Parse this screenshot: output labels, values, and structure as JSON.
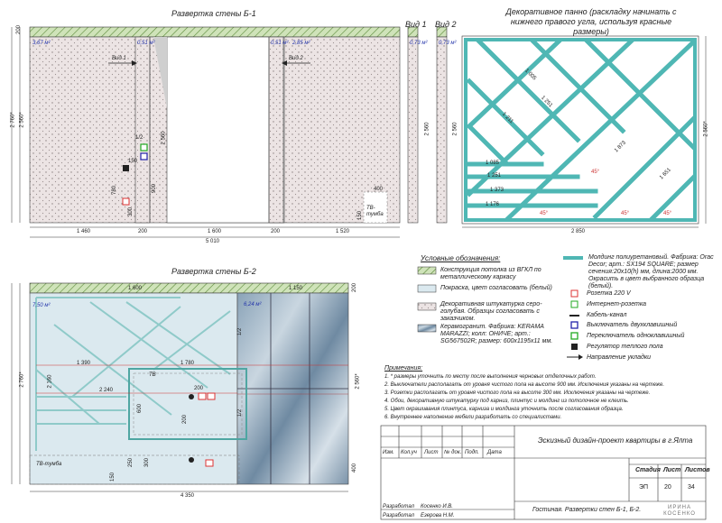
{
  "views": {
    "b1_title": "Развертка стены Б-1",
    "vid1_title": "Вид 1",
    "vid2_title": "Вид 2",
    "panel_title": "Декоративное панно (раскладку начинать с нижнего правого угла, используя красные размеры)",
    "b2_title": "Развертка стены Б-2"
  },
  "b1": {
    "dims_bottom": [
      "1 460",
      "200",
      "1 600",
      "200",
      "1 520"
    ],
    "dim_total": "5 010",
    "dims_left": [
      "200",
      "2 560*",
      "2 760*"
    ],
    "marks": [
      "3,67 м²",
      "0,51 м²",
      "0,51 м²",
      "2,85 м²"
    ],
    "vid_labels": [
      "Вид 1",
      "Вид 2"
    ],
    "door_height": "2 560",
    "sink_dims": [
      "150",
      "780",
      "300",
      "1/2",
      "900"
    ],
    "tv_label": "ТВ-тумба",
    "tv_dims": [
      "400",
      "150"
    ]
  },
  "vid1": {
    "mark": "0,73 м²",
    "dim": "2 560"
  },
  "vid2": {
    "mark": "0,73 м²",
    "dim": "2 560"
  },
  "panel": {
    "labels": [
      "1 085",
      "1 251",
      "1 373",
      "1 176",
      "1 873",
      "1 651",
      "1 211",
      "1 251",
      "1 005",
      "2 850",
      "2 560*"
    ],
    "angles": [
      "45°",
      "45°",
      "45°",
      "45°"
    ]
  },
  "b2": {
    "dims_top": [
      "1 600",
      "1 150"
    ],
    "dims_left": [
      "2 760*",
      "2 560*",
      "200"
    ],
    "mark_left": "7,50 м²",
    "mark_right": "6,24 м²",
    "tv_label": "ТВ",
    "dims": [
      "1 390",
      "1 780",
      "2 240",
      "2 160",
      "600",
      "200",
      "1/2",
      "1/2"
    ],
    "tumba_label": "ТВ-тумба",
    "dim_total": "4 350",
    "bottom_dims": [
      "200",
      "250",
      "300",
      "150",
      "400"
    ]
  },
  "legend": {
    "title": "Условные обозначения:",
    "items": [
      "Конструкция потолка из ВГКЛ по металлическому каркасу",
      "Покраска, цвет согласовать (белый)",
      "Декоративная штукатурка серо-голубая. Образцы согласовать с заказчиком.",
      "Керамогранит. Фабрика: KERAMA MARAZZI; колл: ОНИЧЕ; арт.: SG567502R; размер: 600х1195х11 мм."
    ],
    "molding": "Молдинг полиуретановый. Фабрика: Orac Decor; арт.: SX194 SQUARE; размер сечения:20х10(h) мм, длина:2000 мм. Окрасить в цвет выбранного образца (белый).",
    "symbols": [
      "Розетка 220 V",
      "Интернет-розетка",
      "Кабель-канал",
      "Выключатель двухклавишный",
      "Переключатель одноклавишный",
      "Регулятор теплого пола",
      "Направление укладки"
    ]
  },
  "notes": {
    "title": "Примечания:",
    "items": [
      "1. * размеры уточнить по месту после выполнения черновых отделочных работ.",
      "2. Выключатели располагать от уровня чистого пола на высоте 900 мм. Исключения указаны на чертеже.",
      "3. Розетки располагать от уровня чистого пола на высоте 300 мм. Исключения указаны на чертеже.",
      "4. Обои, декоративную штукатурку под карниз, плинтус и молдинг из потолочное не клеить.",
      "5. Цвет окрашивания плинтуса, карниза и молдинга уточнить после согласования образца.",
      "6. Внутреннее наполнение мебели разработать со специалистами."
    ]
  },
  "stamp": {
    "project": "Эскизный дизайн-проект квартиры в г.Ялта",
    "cols": [
      "Изм.",
      "Кол.уч",
      "Лист",
      "№ док.",
      "Подп.",
      "Дата"
    ],
    "stage_label": "Стадия",
    "sheet_label": "Лист",
    "sheets_label": "Листов",
    "stage": "ЭП",
    "sheet": "20",
    "sheets": "34",
    "developed": "Разработал",
    "dev1": "Косенко И.В.",
    "dev2": "Езерова Н.М.",
    "sheet_title": "Гостиная. Развертки стен Б-1, Б-2.",
    "logo": "ИРИНА КОСЕНКО"
  },
  "colors": {
    "stucco": "#e6dede",
    "paint": "#dbe9ef",
    "molding": "#4fb7b4",
    "ceiling": "#b6d59a",
    "dim": "#333333",
    "mark": "#2233aa"
  }
}
